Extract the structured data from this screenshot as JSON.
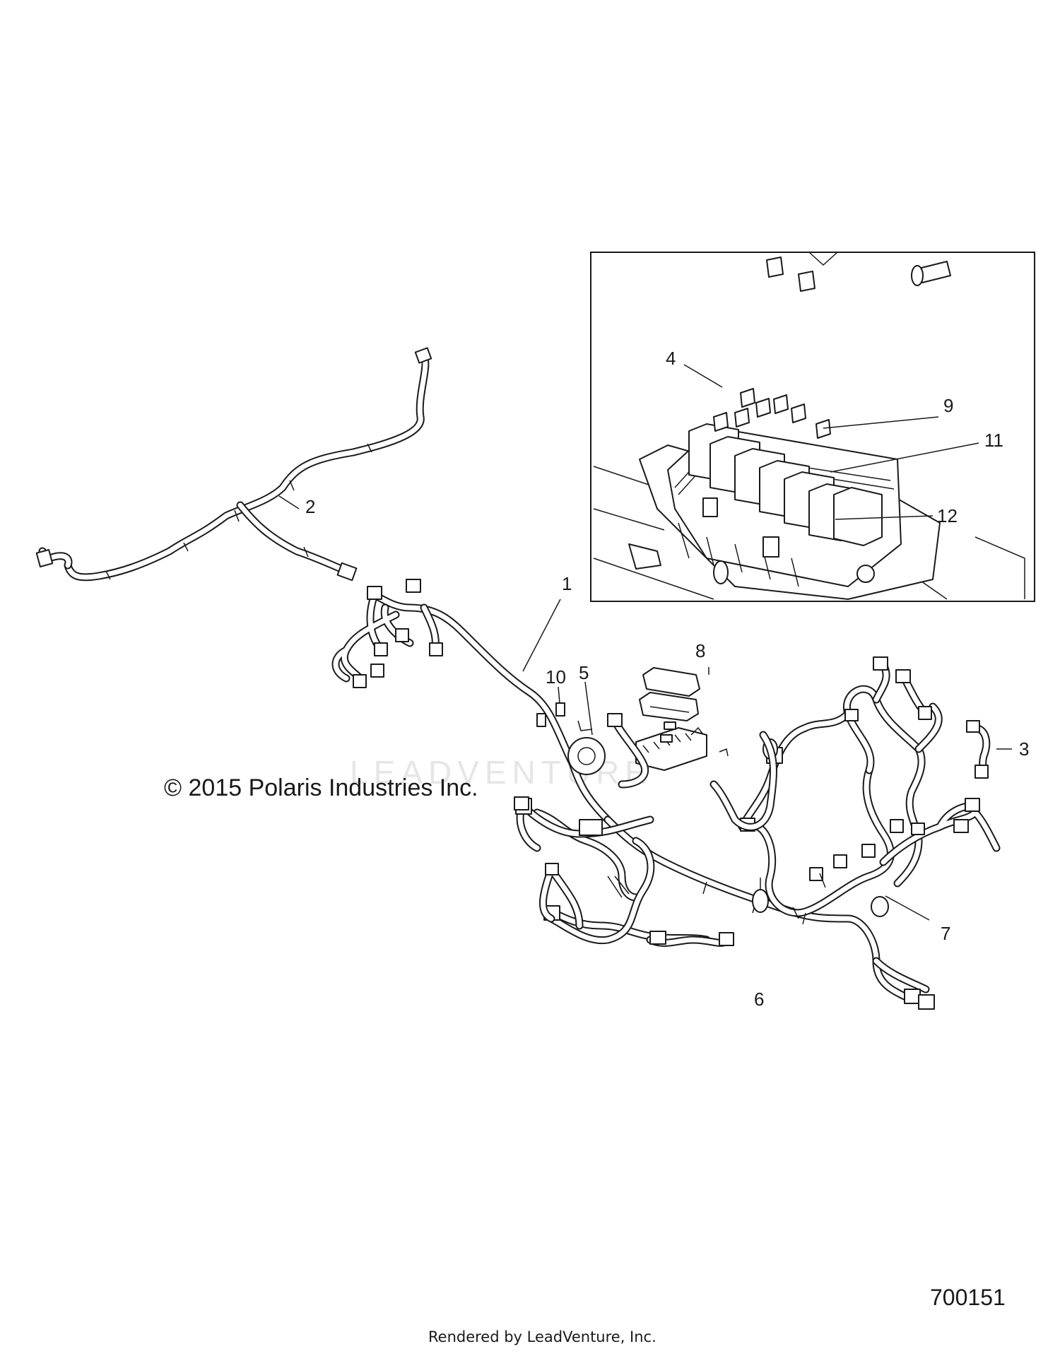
{
  "copyright": "© 2015 Polaris Industries Inc.",
  "diagram_number": "700151",
  "render_credit": "Rendered by LeadVenture, Inc.",
  "watermark": "LEADVENTURE",
  "callouts": {
    "c1": "1",
    "c2": "2",
    "c3": "3",
    "c4": "4",
    "c5": "5",
    "c6": "6",
    "c7": "7",
    "c8": "8",
    "c9": "9",
    "c10": "10",
    "c11": "11",
    "c12": "12"
  }
}
